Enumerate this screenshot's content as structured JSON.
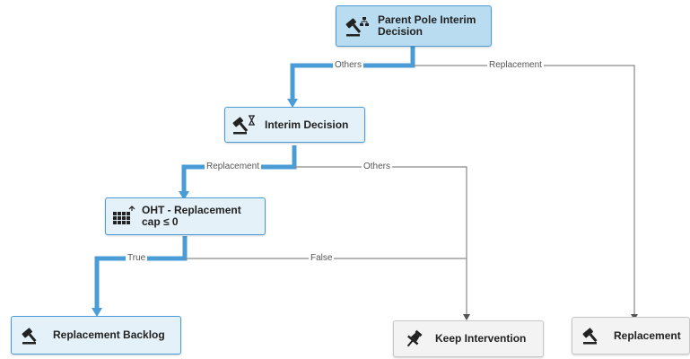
{
  "nodes": {
    "parent_pole": {
      "label_line1": "Parent Pole Interim",
      "label_line2": "Decision",
      "icon": "gavel-tree-icon"
    },
    "interim": {
      "label": "Interim Decision",
      "icon": "gavel-hourglass-icon"
    },
    "oht": {
      "label_line1": "OHT - Replacement",
      "label_line2": "cap ≤ 0",
      "icon": "grid-table-icon"
    },
    "replacement_backlog": {
      "label": "Replacement Backlog",
      "icon": "gavel-icon"
    },
    "keep_intervention": {
      "label": "Keep Intervention",
      "icon": "pushpin-icon"
    },
    "replacement": {
      "label": "Replacement",
      "icon": "gavel-icon"
    }
  },
  "edges": {
    "parent_others": "Others",
    "parent_replacement": "Replacement",
    "interim_replacement": "Replacement",
    "interim_others": "Others",
    "oht_true": "True",
    "oht_false": "False"
  },
  "colors": {
    "highlight_edge": "#4a9cd6",
    "plain_edge": "#888888",
    "node_active_bg": "#e4f1f9",
    "node_dark_bg": "#b9dcf0",
    "node_plain_bg": "#f3f3f3"
  }
}
